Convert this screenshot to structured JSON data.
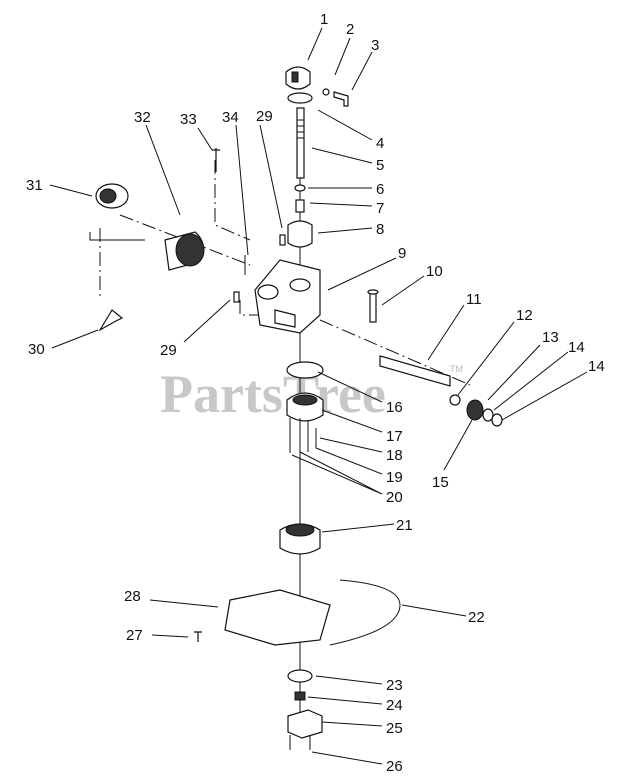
{
  "watermark": "PartsTree",
  "trademark": "TM",
  "callouts": [
    {
      "id": "1",
      "label": "1"
    },
    {
      "id": "2",
      "label": "2"
    },
    {
      "id": "3",
      "label": "3"
    },
    {
      "id": "4",
      "label": "4"
    },
    {
      "id": "5",
      "label": "5"
    },
    {
      "id": "6",
      "label": "6"
    },
    {
      "id": "7",
      "label": "7"
    },
    {
      "id": "8",
      "label": "8"
    },
    {
      "id": "9",
      "label": "9"
    },
    {
      "id": "10",
      "label": "10"
    },
    {
      "id": "11",
      "label": "11"
    },
    {
      "id": "12",
      "label": "12"
    },
    {
      "id": "13",
      "label": "13"
    },
    {
      "id": "14a",
      "label": "14"
    },
    {
      "id": "14b",
      "label": "14"
    },
    {
      "id": "15",
      "label": "15"
    },
    {
      "id": "16",
      "label": "16"
    },
    {
      "id": "17",
      "label": "17"
    },
    {
      "id": "18",
      "label": "18"
    },
    {
      "id": "19",
      "label": "19"
    },
    {
      "id": "20",
      "label": "20"
    },
    {
      "id": "21",
      "label": "21"
    },
    {
      "id": "22",
      "label": "22"
    },
    {
      "id": "23",
      "label": "23"
    },
    {
      "id": "24",
      "label": "24"
    },
    {
      "id": "25",
      "label": "25"
    },
    {
      "id": "26",
      "label": "26"
    },
    {
      "id": "27",
      "label": "27"
    },
    {
      "id": "28",
      "label": "28"
    },
    {
      "id": "29a",
      "label": "29"
    },
    {
      "id": "29b",
      "label": "29"
    },
    {
      "id": "30",
      "label": "30"
    },
    {
      "id": "31",
      "label": "31"
    },
    {
      "id": "32",
      "label": "32"
    },
    {
      "id": "33",
      "label": "33"
    },
    {
      "id": "34",
      "label": "34"
    }
  ]
}
